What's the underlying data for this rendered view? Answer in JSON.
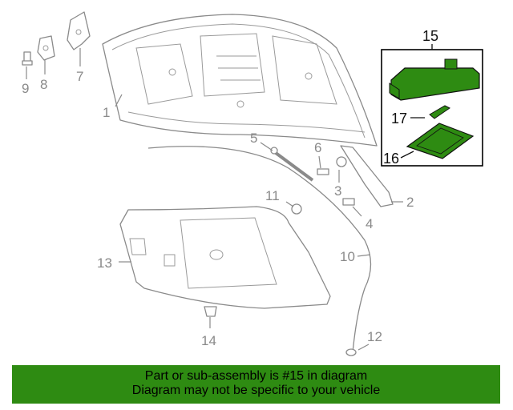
{
  "callouts": {
    "c1": "1",
    "c2": "2",
    "c3": "3",
    "c4": "4",
    "c5": "5",
    "c6": "6",
    "c7": "7",
    "c8": "8",
    "c9": "9",
    "c10": "10",
    "c11": "11",
    "c12": "12",
    "c13": "13",
    "c14": "14",
    "c15": "15",
    "c16": "16",
    "c17": "17"
  },
  "highlight": {
    "part_color": "#2e8b12",
    "box_border": "#000000"
  },
  "banner": {
    "line1": "Part or sub-assembly is #15 in diagram",
    "line2": "Diagram may not be specific to your vehicle",
    "background": "#2e8b12"
  }
}
